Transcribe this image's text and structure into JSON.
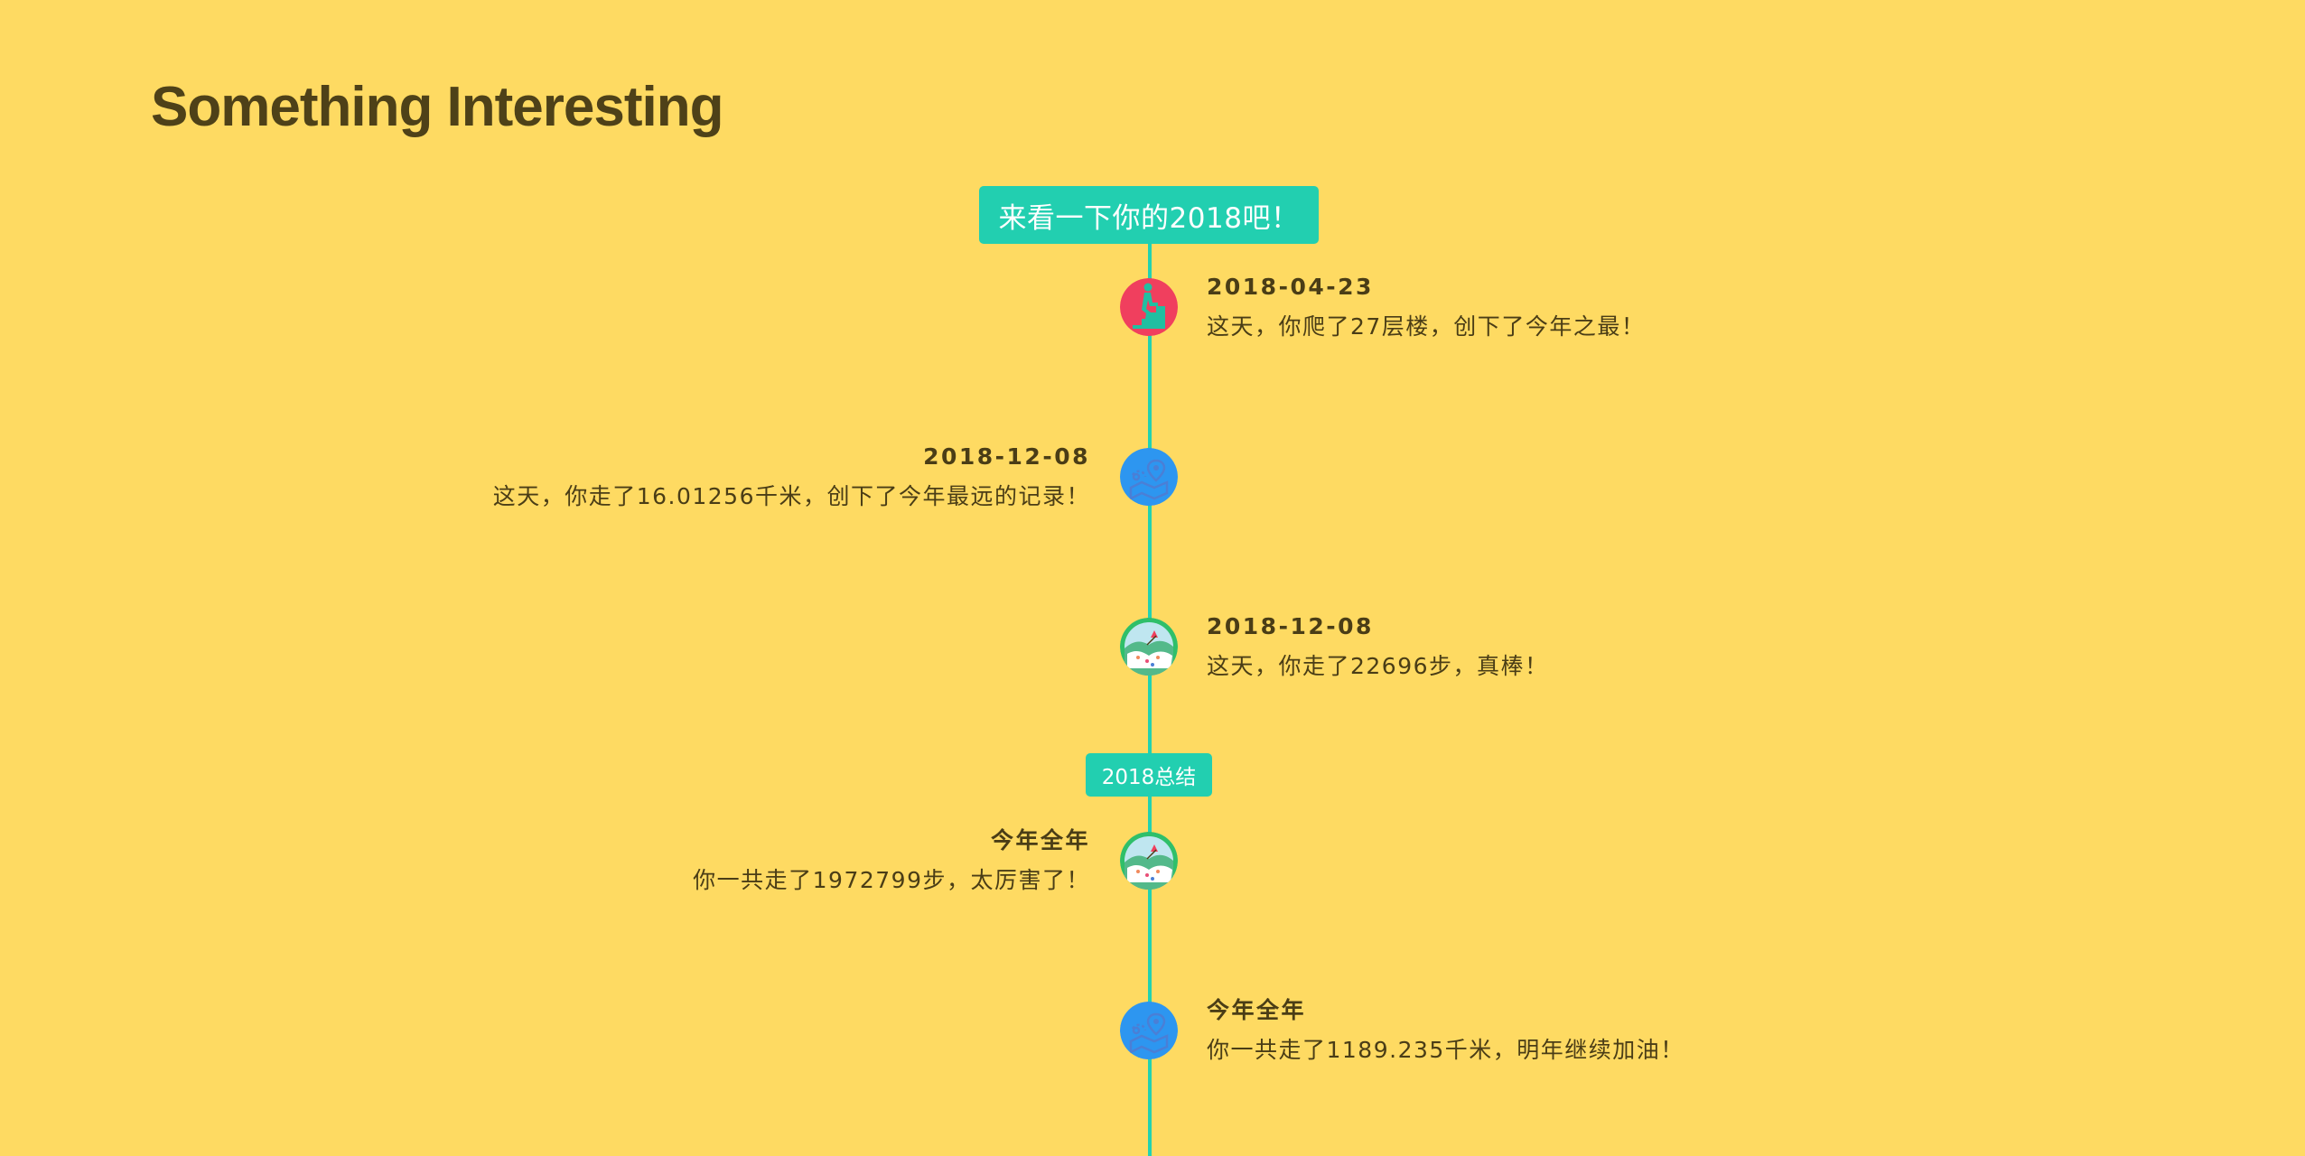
{
  "page": {
    "title": "Something Interesting"
  },
  "timeline": {
    "header": "来看一下你的2018吧！",
    "summary_label": "2018总结",
    "line_color": "#23D2B1",
    "events": [
      {
        "side": "right",
        "date": "2018-04-23",
        "description": "这天，你爬了27层楼，创下了今年之最！",
        "icon": "stairs-climbing-icon",
        "icon_color": "#F03F5E"
      },
      {
        "side": "left",
        "date": "2018-12-08",
        "description": "这天，你走了16.01256千米，创下了今年最远的记录！",
        "icon": "route-map-icon",
        "icon_color": "#2D96F0"
      },
      {
        "side": "right",
        "date": "2018-12-08",
        "description": "这天，你走了22696步，真棒！",
        "icon": "footsteps-landscape-icon",
        "icon_color": "#2FBF6A"
      },
      {
        "side": "left",
        "date": "今年全年",
        "description": "你一共走了1972799步，太厉害了！",
        "icon": "footsteps-landscape-icon",
        "icon_color": "#2FBF6A"
      },
      {
        "side": "right",
        "date": "今年全年",
        "description": "你一共走了1189.235千米，明年继续加油！",
        "icon": "route-map-icon",
        "icon_color": "#2D96F0"
      }
    ]
  },
  "colors": {
    "background": "#FEDA62",
    "accent": "#22CFB0",
    "text_dark": "#4A3D16"
  }
}
